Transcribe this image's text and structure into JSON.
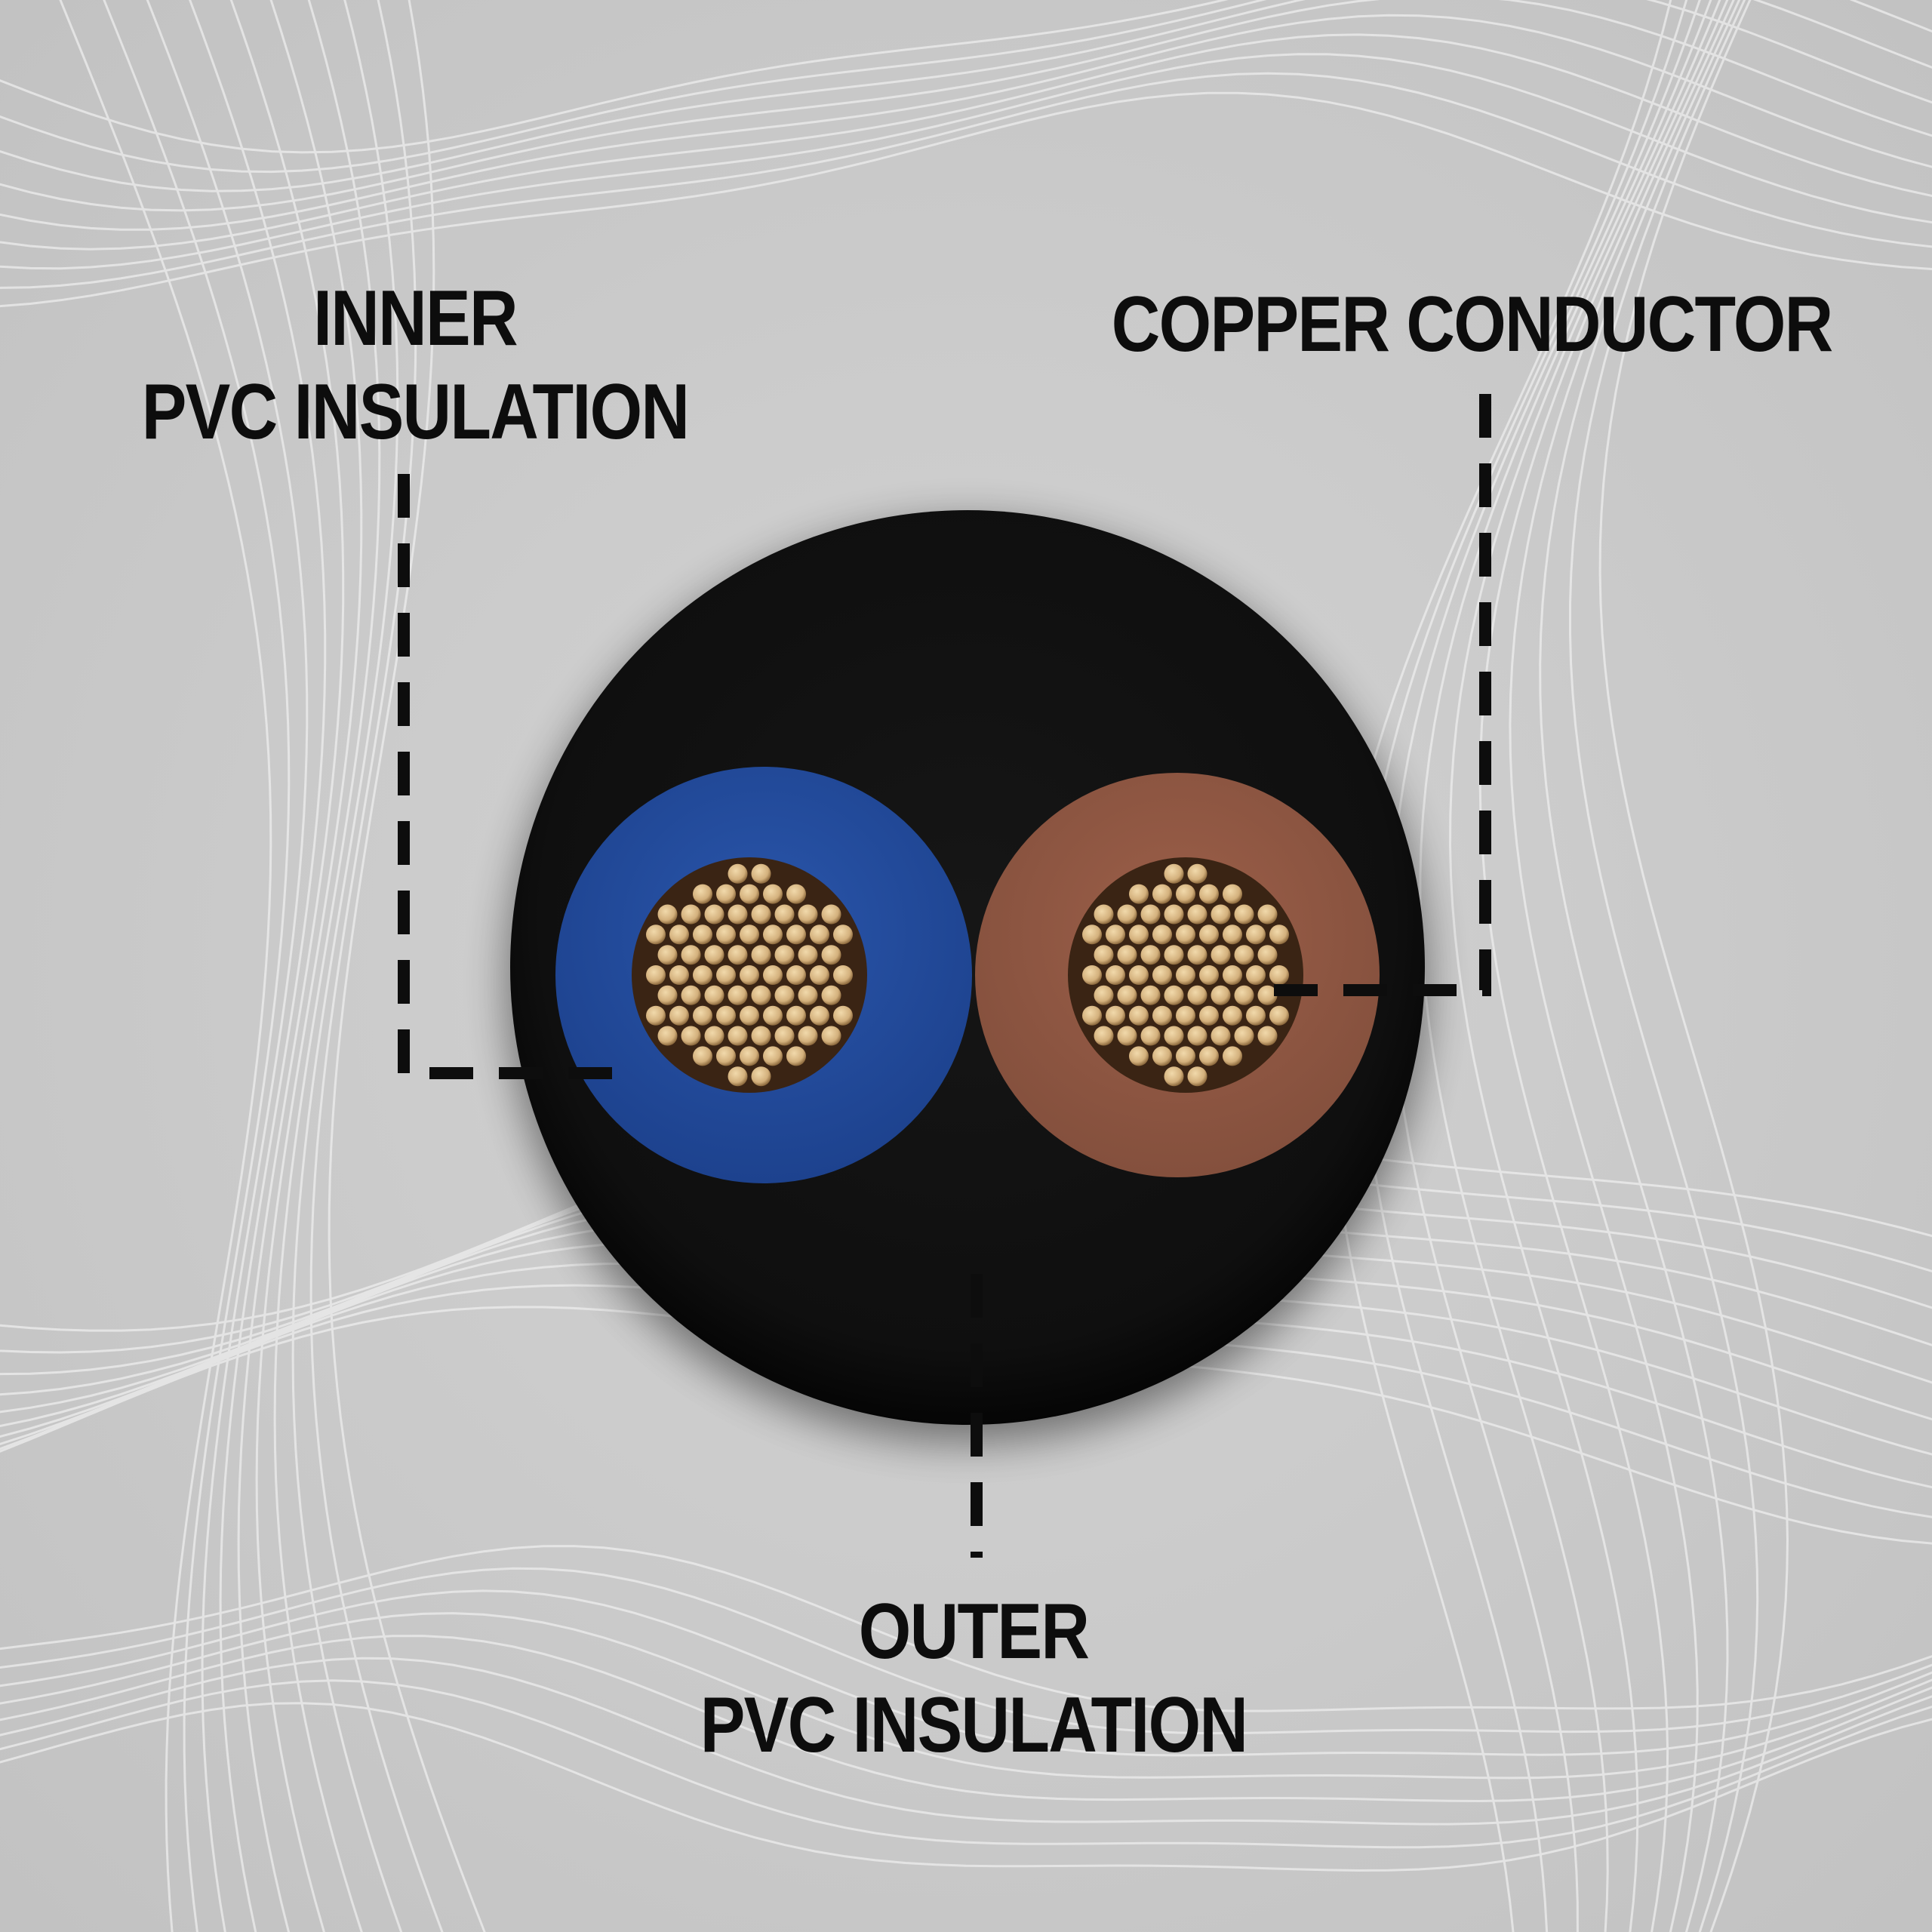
{
  "labels": {
    "inner_line1": "INNER",
    "inner_line2": "PVC INSULATION",
    "copper": "COPPER CONDUCTOR",
    "outer_line1": "OUTER",
    "outer_line2": "PVC INSULATION"
  },
  "colors": {
    "background": "#c9c9c9",
    "outer_sheath": "#111111",
    "inner_insulation_left": "#214a9c",
    "inner_insulation_right": "#945a45",
    "copper_strand": "#d9b98a",
    "leader_line": "#0d0d0d"
  },
  "cores": [
    {
      "name": "left-core",
      "insulation_color": "blue"
    },
    {
      "name": "right-core",
      "insulation_color": "brown"
    }
  ]
}
